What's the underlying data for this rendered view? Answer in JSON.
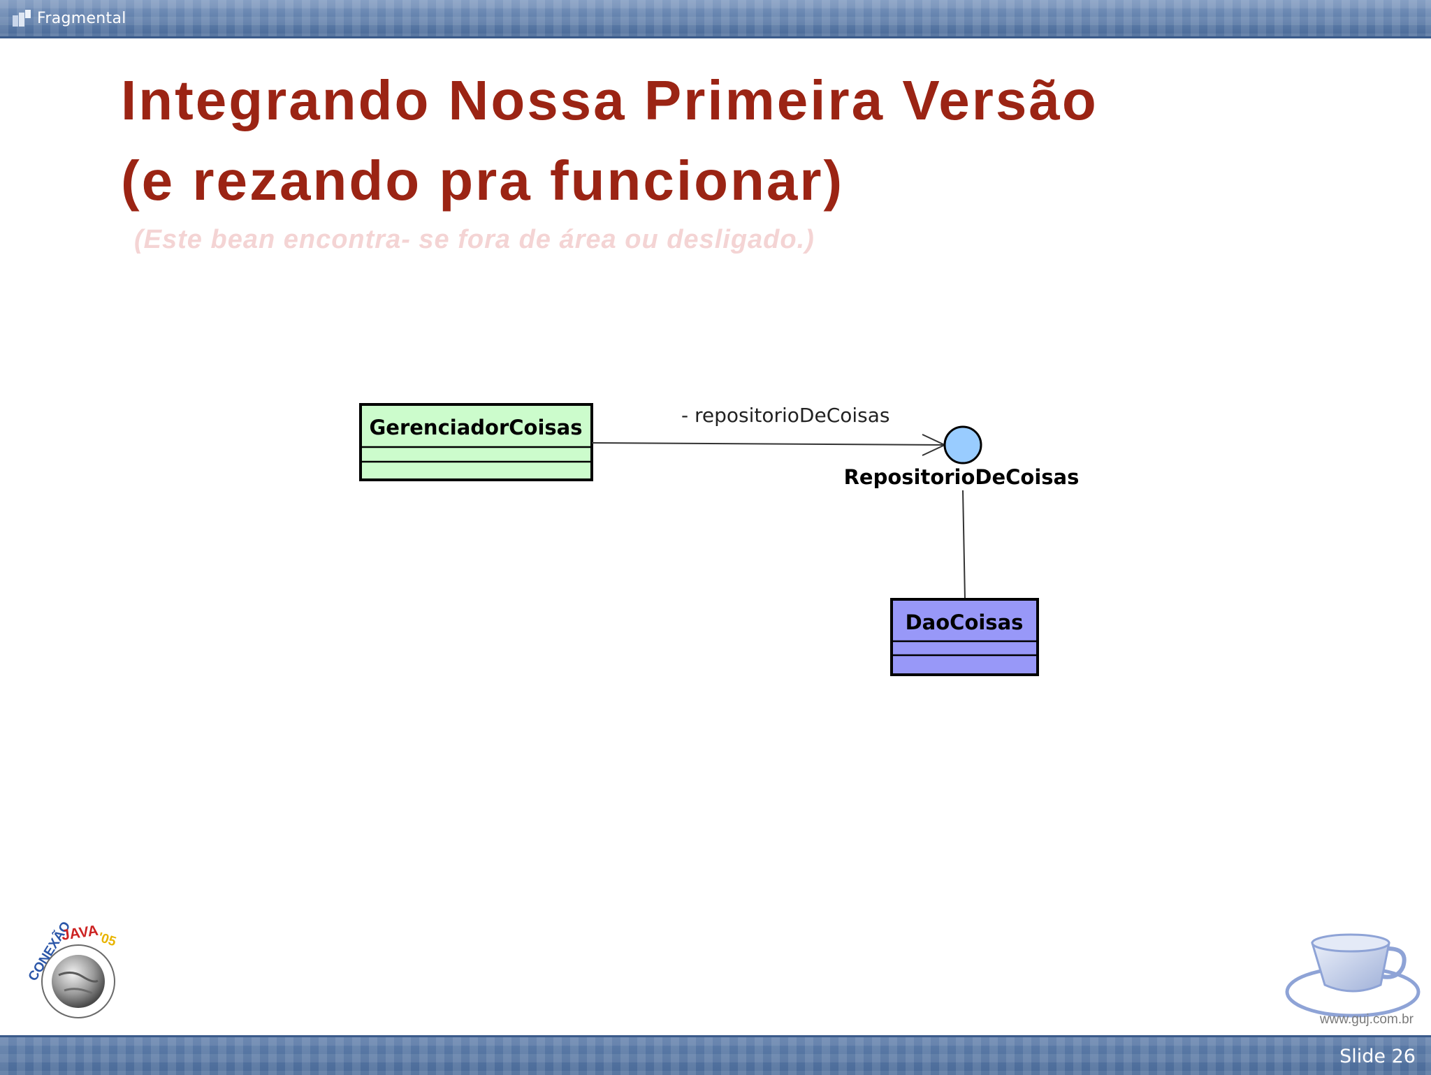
{
  "app": {
    "brand_name": "Fragmental"
  },
  "slide": {
    "title_line1": "Integrando Nossa Primeira Versão",
    "title_line2": "(e rezando pra funcionar)",
    "subtitle": "(Este bean encontra- se fora de área ou desligado.)",
    "slide_label": "Slide 26"
  },
  "diagram": {
    "class_gerenciador": "GerenciadorCoisas",
    "association_label": "- repositorioDeCoisas",
    "interface_name": "RepositorioDeCoisas",
    "class_dao": "DaoCoisas",
    "colors": {
      "gerenciador_fill": "#ccfccc",
      "dao_fill": "#9898f8",
      "interface_fill": "#99ccff",
      "outline": "#000000"
    }
  },
  "logos": {
    "left_text_top": "CONEXÃO",
    "left_text_accent": "JAVA",
    "left_year": "'05",
    "right_caption": "www.guj.com.br"
  },
  "theme": {
    "title_color": "#9b2414",
    "subtitle_color": "#f4d4d4",
    "bar_color": "#5f7eaa"
  }
}
